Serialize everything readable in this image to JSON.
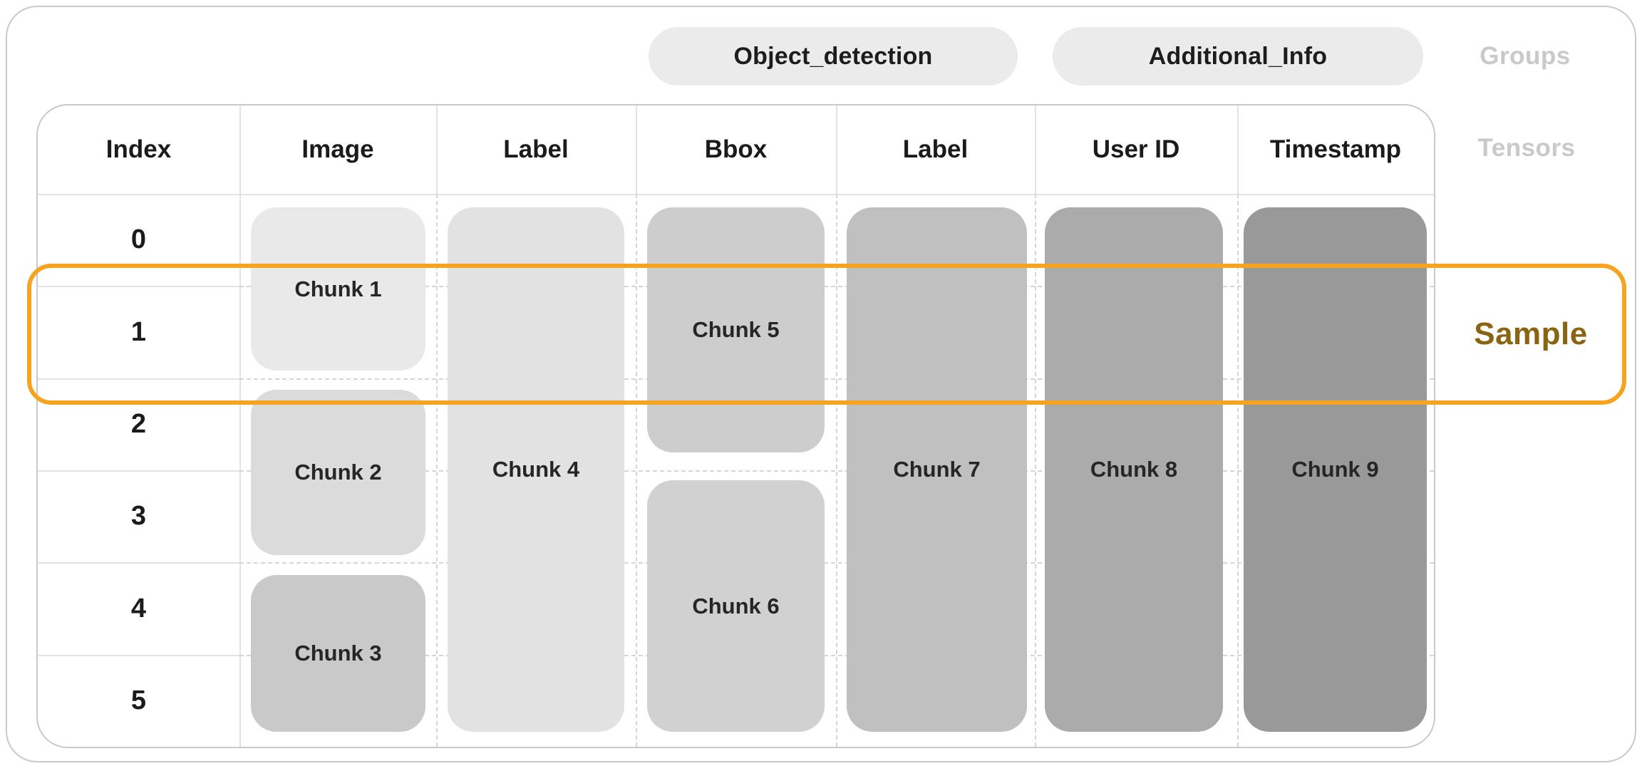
{
  "groups_row": {
    "side_label": "Groups",
    "pills": [
      {
        "label": "Object_detection"
      },
      {
        "label": "Additional_Info"
      }
    ]
  },
  "table": {
    "side_label": "Tensors",
    "columns": [
      "Index",
      "Image",
      "Label",
      "Bbox",
      "Label",
      "User ID",
      "Timestamp"
    ],
    "index_values": [
      "0",
      "1",
      "2",
      "3",
      "4",
      "5"
    ],
    "chunks": [
      {
        "label": "Chunk 1",
        "column": "Image",
        "rows": "0-1",
        "color": "#e9e9e9"
      },
      {
        "label": "Chunk 2",
        "column": "Image",
        "rows": "2-3",
        "color": "#dbdbdb"
      },
      {
        "label": "Chunk 3",
        "column": "Image",
        "rows": "4-5",
        "color": "#c9c9c9"
      },
      {
        "label": "Chunk 4",
        "column": "Label",
        "rows": "0-5",
        "color": "#e2e2e2"
      },
      {
        "label": "Chunk 5",
        "column": "Bbox",
        "rows": "0-2",
        "color": "#cdcdcd"
      },
      {
        "label": "Chunk 6",
        "column": "Bbox",
        "rows": "3-5",
        "color": "#d1d1d1"
      },
      {
        "label": "Chunk 7",
        "column": "Label",
        "rows": "0-5",
        "color": "#c0c0c0"
      },
      {
        "label": "Chunk 8",
        "column": "User ID",
        "rows": "0-5",
        "color": "#ababab"
      },
      {
        "label": "Chunk 9",
        "column": "Timestamp",
        "rows": "0-5",
        "color": "#999999"
      }
    ]
  },
  "sample_highlight": {
    "label": "Sample",
    "row": "1",
    "border_color": "#f6a41f",
    "label_color": "#8a6410"
  }
}
